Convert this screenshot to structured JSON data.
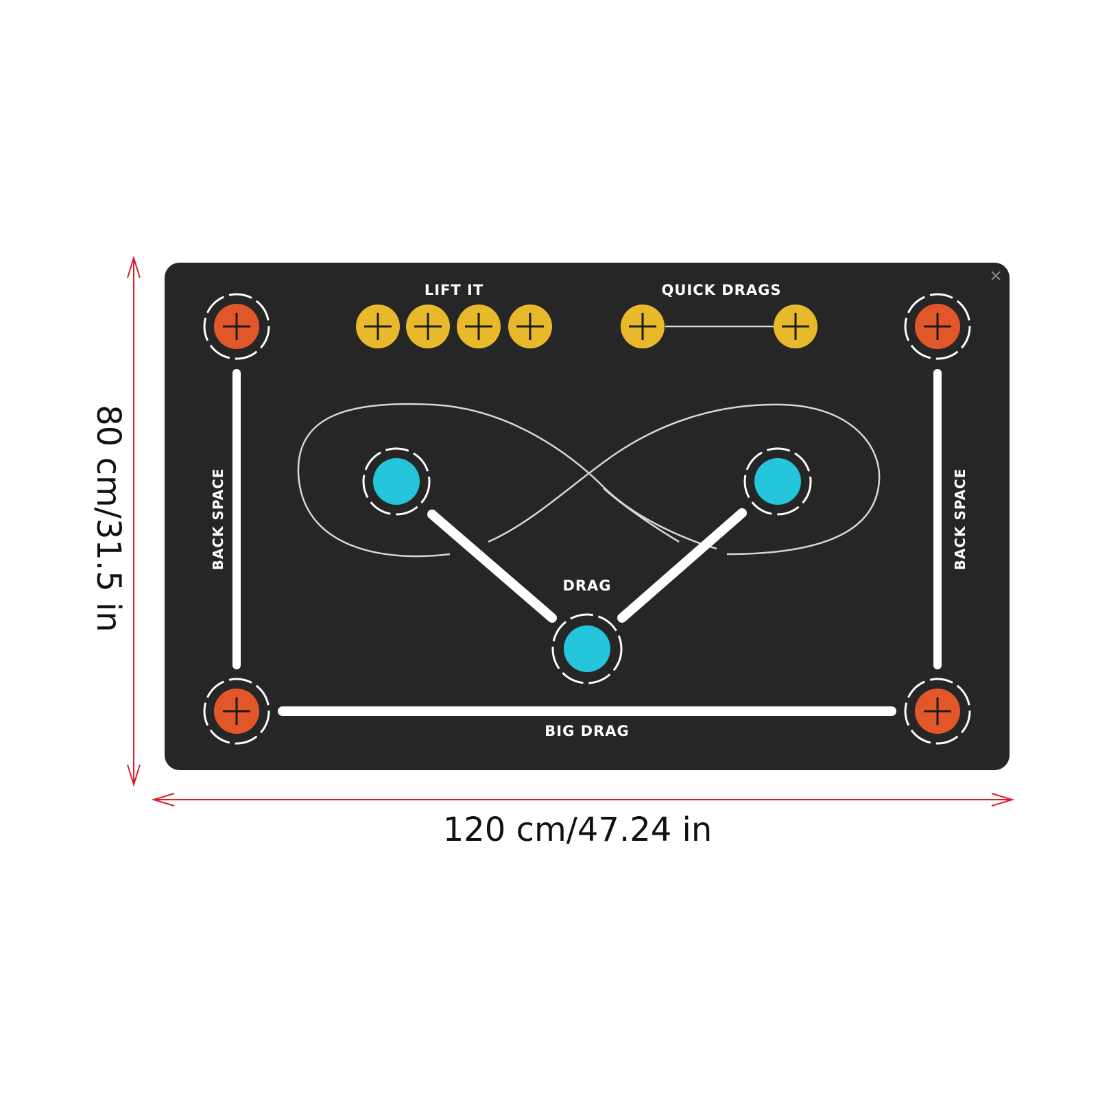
{
  "mat": {
    "labels": {
      "lift_it": "LIFT IT",
      "quick_drags": "QUICK DRAGS",
      "drag": "DRAG",
      "big_drag": "BIG DRAG",
      "back_space_left": "BACK SPACE",
      "back_space_right": "BACK SPACE"
    },
    "colors": {
      "background": "#262626",
      "orange_target": "#e2572a",
      "yellow_target": "#e9b92c",
      "cyan_target": "#25c5dc",
      "line": "#ffffff"
    }
  },
  "dimensions": {
    "width_label": "120 cm/47.24 in",
    "height_label": "80 cm/31.5 in",
    "arrow_color": "#d61f2b"
  }
}
